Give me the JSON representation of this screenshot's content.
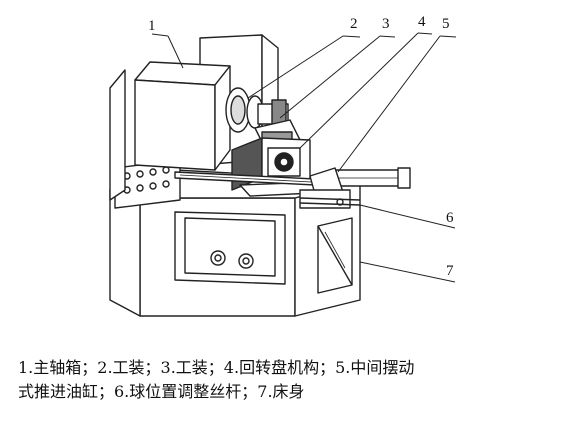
{
  "figure": {
    "part_numbers": [
      "1",
      "2",
      "3",
      "4",
      "5",
      "6",
      "7"
    ]
  },
  "caption": {
    "line1": "1.主轴箱；2.工装；3.工装；4.回转盘机构；5.中间摆动",
    "line2": "式推进油缸；6.球位置调整丝杆；7.床身"
  }
}
